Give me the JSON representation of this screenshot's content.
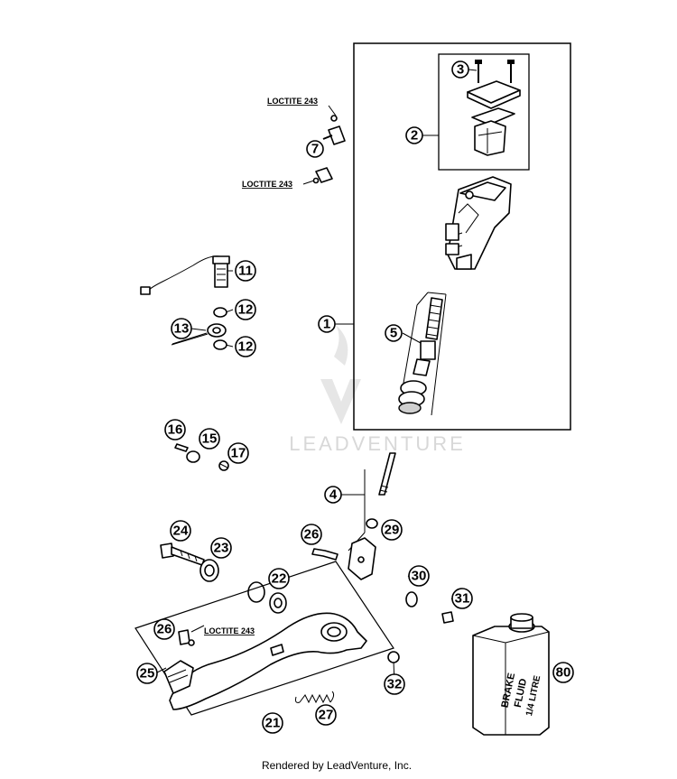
{
  "callouts": {
    "n1": "1",
    "n2": "2",
    "n3": "3",
    "n4": "4",
    "n5": "5",
    "n7": "7",
    "n11": "11",
    "n12a": "12",
    "n12b": "12",
    "n13": "13",
    "n15": "15",
    "n16": "16",
    "n17": "17",
    "n21": "21",
    "n22": "22",
    "n23": "23",
    "n24": "24",
    "n25": "25",
    "n26a": "26",
    "n26b": "26",
    "n27": "27",
    "n29": "29",
    "n30": "30",
    "n31": "31",
    "n32": "32",
    "n80": "80"
  },
  "notes": {
    "loctite_top": "LOCTITE 243",
    "loctite_mid": "LOCTITE 243",
    "loctite_pedal": "LOCTITE 243"
  },
  "brake_fluid_can": {
    "line1": "BRAKE",
    "line2": "FLUID",
    "line3": "1/4 LITRE"
  },
  "watermark": "LEADVENTURE",
  "footer": "Rendered by LeadVenture, Inc."
}
